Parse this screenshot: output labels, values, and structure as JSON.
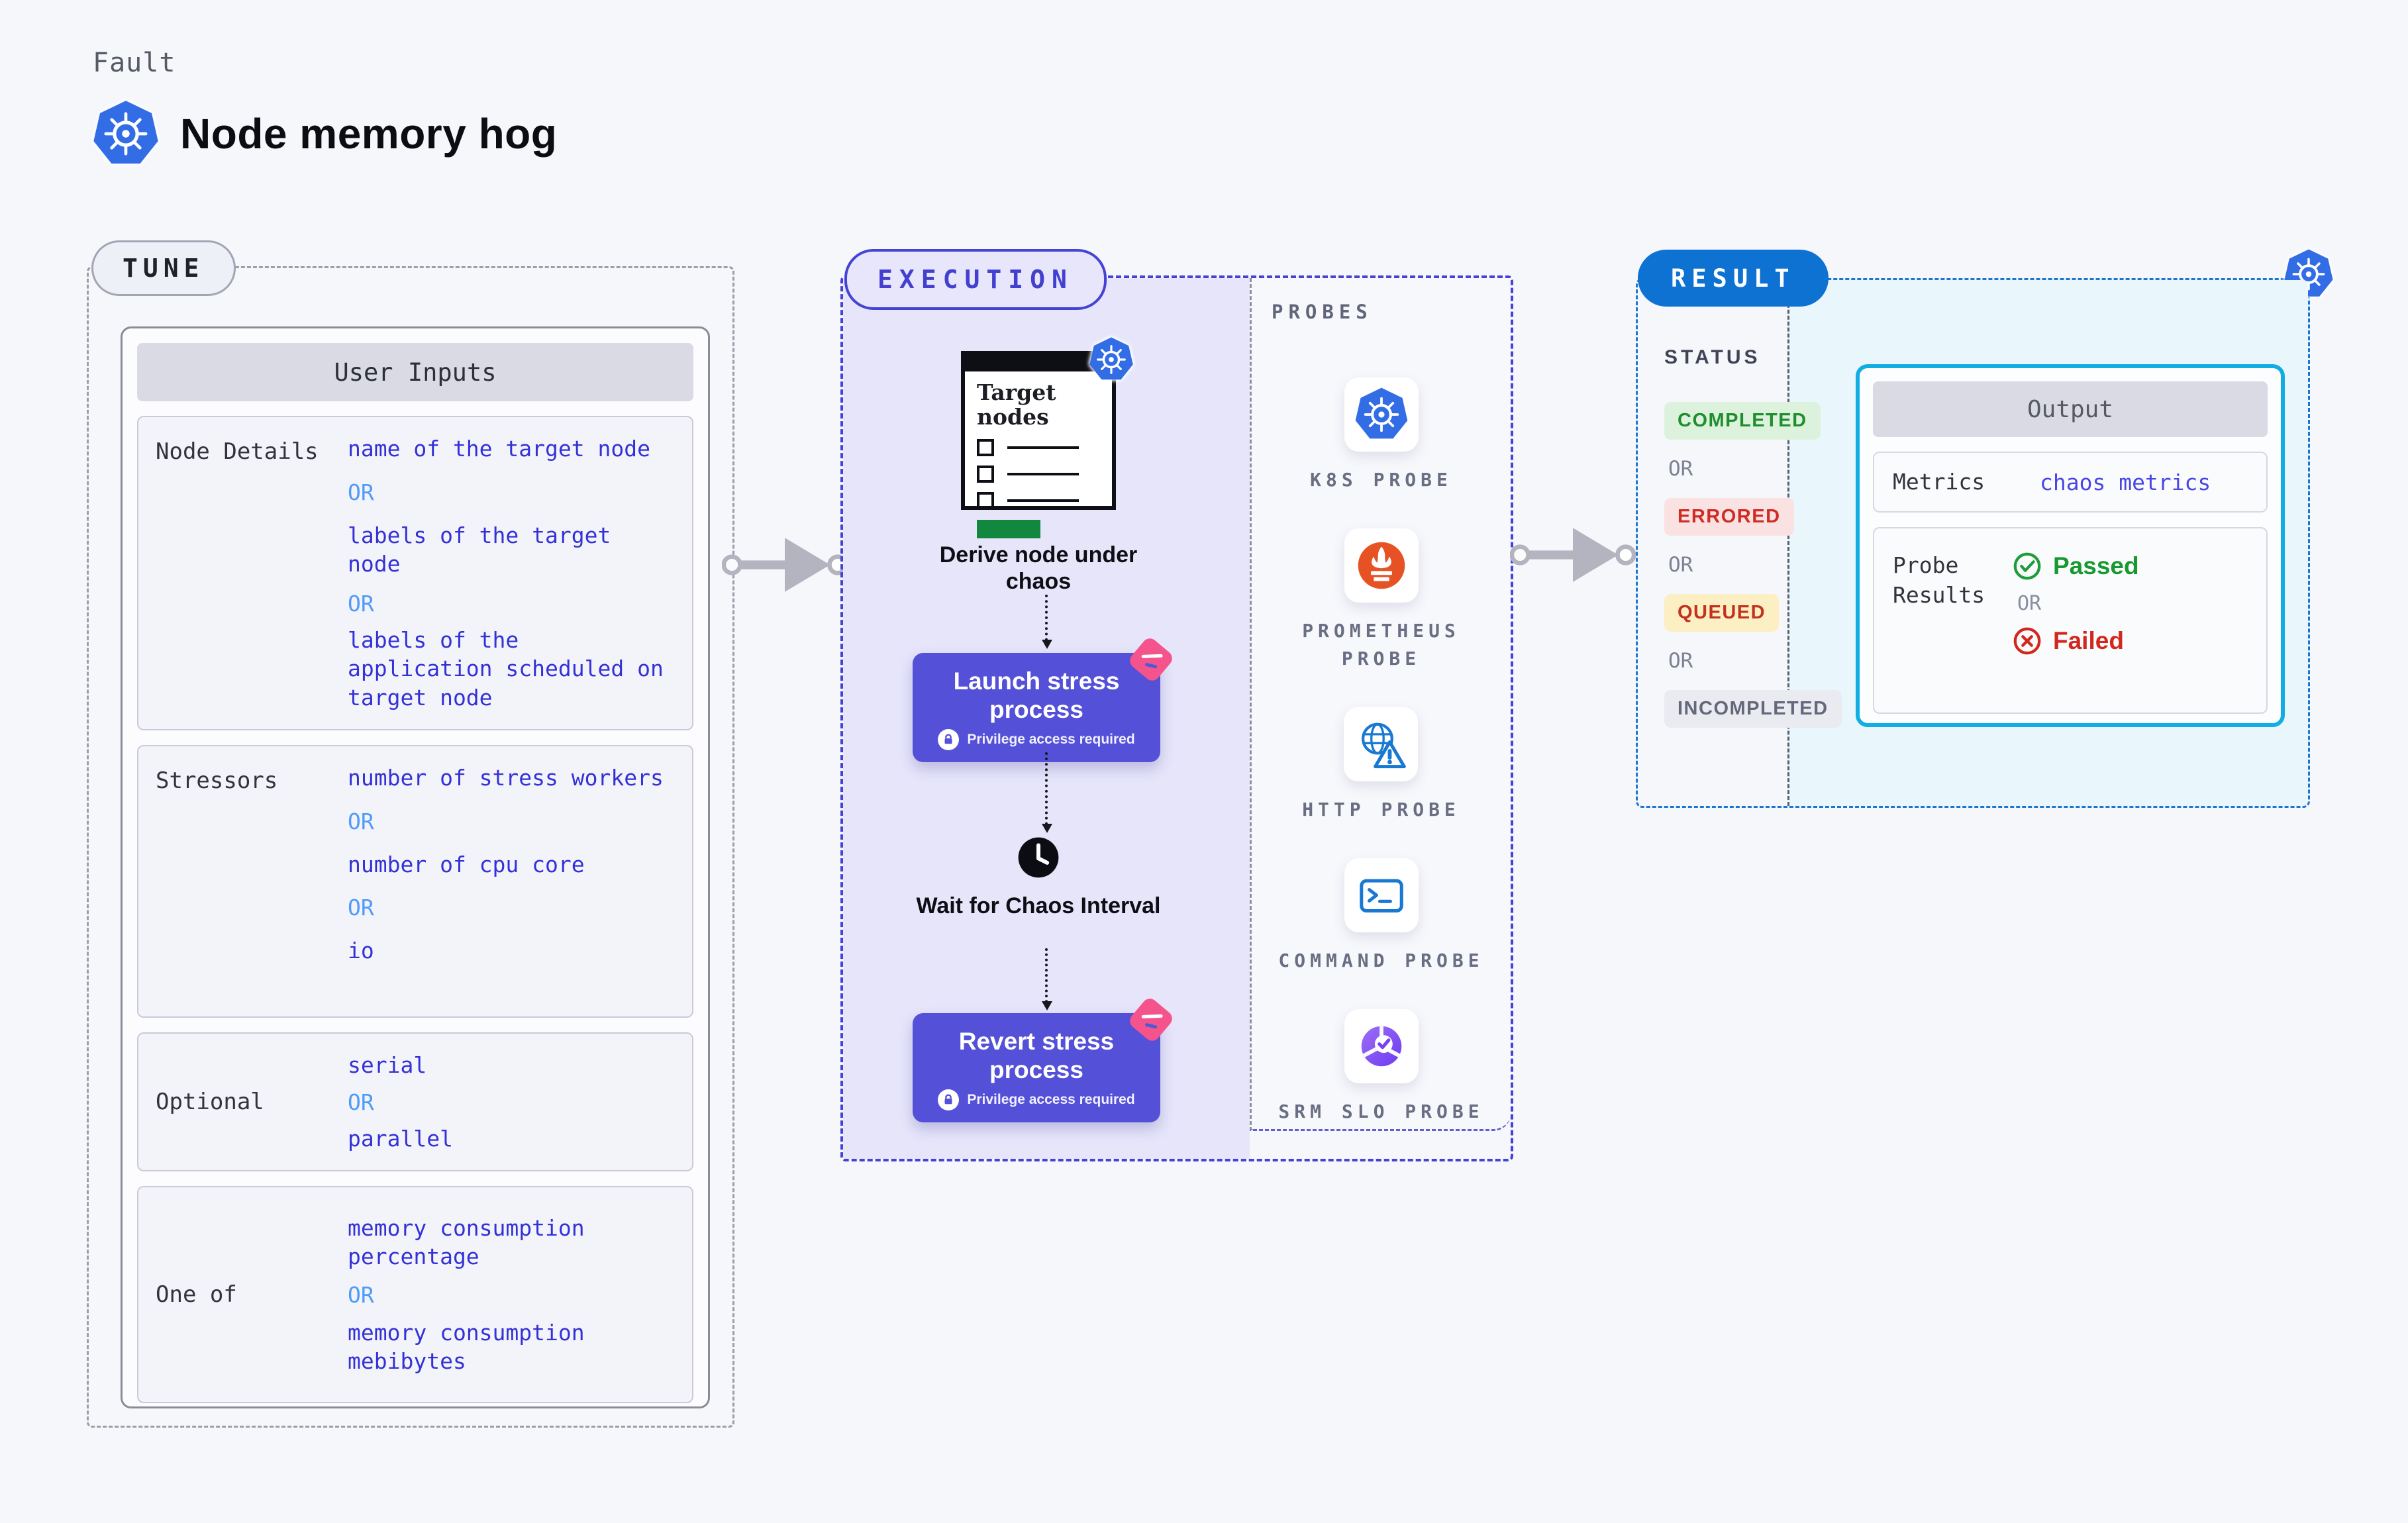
{
  "header": {
    "kicker": "Fault",
    "title": "Node memory hog"
  },
  "colors": {
    "accent_indigo": "#4543d3",
    "accent_blue": "#0e72d2",
    "accent_cyan": "#12aee3",
    "button_purple": "#5451d8",
    "pink_logo": "#f4538c",
    "value_blue": "#3431d8",
    "or_blue": "#4f9bf7",
    "green_passed": "#17992f",
    "red_failed": "#d2271c",
    "completed_green": "#1e8e2f",
    "errored_red": "#cf2d24",
    "queued_red": "#c3321f",
    "incompleted_gray": "#64687a",
    "kubernetes_blue": "#326de6",
    "prometheus_orange": "#e75225"
  },
  "tune": {
    "badge": "TUNE",
    "card_title": "User Inputs",
    "or_label": "OR",
    "rows": [
      {
        "label": "Node Details",
        "values": [
          "name of the target node",
          "labels of the target node",
          "labels of the application scheduled on target node"
        ]
      },
      {
        "label": "Stressors",
        "values": [
          "number of stress workers",
          "number of cpu core",
          "io"
        ]
      },
      {
        "label": "Optional",
        "values": [
          "serial",
          "parallel"
        ]
      },
      {
        "label": "One of",
        "values": [
          "memory consumption percentage",
          "memory consumption mebibytes"
        ]
      }
    ]
  },
  "execution": {
    "badge": "EXECUTION",
    "target_card_title": "Target nodes",
    "derive_caption": "Derive node under chaos",
    "launch_title": "Launch stress process",
    "launch_note": "Privilege access required",
    "wait_caption": "Wait for Chaos Interval",
    "revert_title": "Revert stress process",
    "revert_note": "Privilege access required",
    "probes_label": "PROBES",
    "probes": [
      {
        "label": "K8S PROBE"
      },
      {
        "label": "PROMETHEUS PROBE"
      },
      {
        "label": "HTTP PROBE"
      },
      {
        "label": "COMMAND PROBE"
      },
      {
        "label": "SRM SLO PROBE"
      }
    ]
  },
  "result": {
    "badge": "RESULT",
    "status_label": "STATUS",
    "or_label": "OR",
    "statuses": [
      {
        "label": "COMPLETED"
      },
      {
        "label": "ERRORED"
      },
      {
        "label": "QUEUED"
      },
      {
        "label": "INCOMPLETED"
      }
    ],
    "output": {
      "title": "Output",
      "metrics_label": "Metrics",
      "metrics_value": "chaos metrics",
      "probe_results_label": "Probe Results",
      "passed_label": "Passed",
      "or_label": "OR",
      "failed_label": "Failed"
    }
  }
}
